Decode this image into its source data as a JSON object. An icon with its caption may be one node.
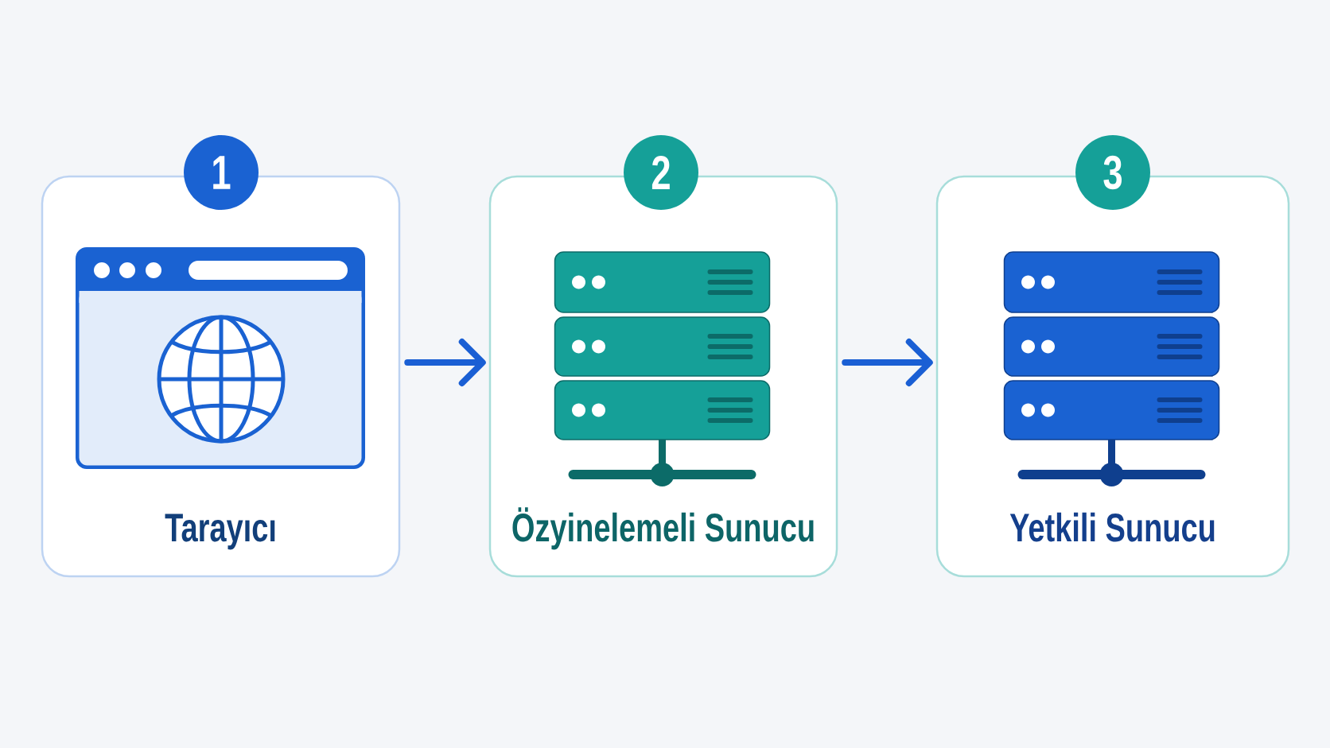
{
  "diagram": {
    "nodes": [
      {
        "text": [
          "1"
        ]
      },
      {
        "text": [
          "Tarayıcı"
        ]
      },
      {
        "text": [
          "2"
        ]
      },
      {
        "text": [
          "Özyinelemeli Sunucu"
        ]
      },
      {
        "text": [
          "3"
        ]
      },
      {
        "text": [
          "Yetkili Sunucu"
        ]
      }
    ],
    "edges": [
      {
        "from": 1,
        "to": 3,
        "arrow": "to"
      },
      {
        "from": 3,
        "to": 5,
        "arrow": "to"
      }
    ]
  }
}
